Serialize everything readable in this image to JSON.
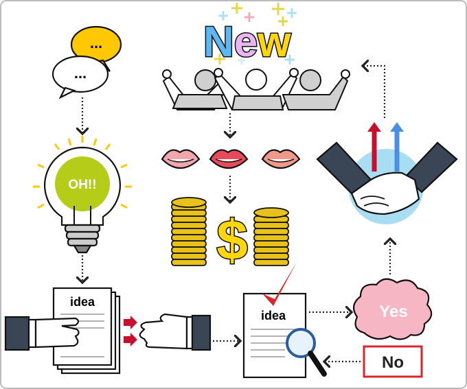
{
  "title": "New",
  "bubble": {
    "yellow_text": "...",
    "white_text": "..."
  },
  "bulb": {
    "text": "OH!!"
  },
  "idea_stack": {
    "text": "idea"
  },
  "idea_doc": {
    "text": "idea"
  },
  "decision": {
    "yes": "Yes",
    "no": "No"
  },
  "colors": {
    "new_n": "#5bb8f0",
    "new_e": "#e9b5f2",
    "new_w": "#ffd60a",
    "bulb_green": "#b5cc18",
    "yes_pink": "#f7b6c4",
    "no_red": "#d9262b",
    "handshake_bg": "#a9def2",
    "coin": "#e8c21a",
    "arrow_red": "#c8102e",
    "arrow_blue": "#4a90e2"
  },
  "icons": [
    "speech-bubbles-icon",
    "light-bulb-icon",
    "document-stack-icon",
    "hand-icon",
    "lips-icon",
    "coin-stack-icon",
    "dollar-icon",
    "check-mark-icon",
    "magnifier-icon",
    "handshake-icon",
    "people-cheering-icon"
  ]
}
